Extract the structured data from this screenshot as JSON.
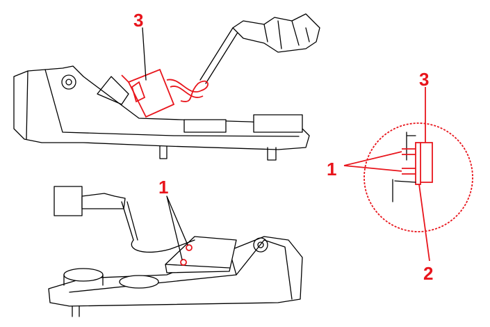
{
  "callouts": {
    "top_view_label": "3",
    "bottom_view_label": "1",
    "detail_label_top": "3",
    "detail_label_left": "1",
    "detail_label_bottom": "2"
  },
  "colors": {
    "accent": "#e8141b",
    "line": "#000000"
  }
}
